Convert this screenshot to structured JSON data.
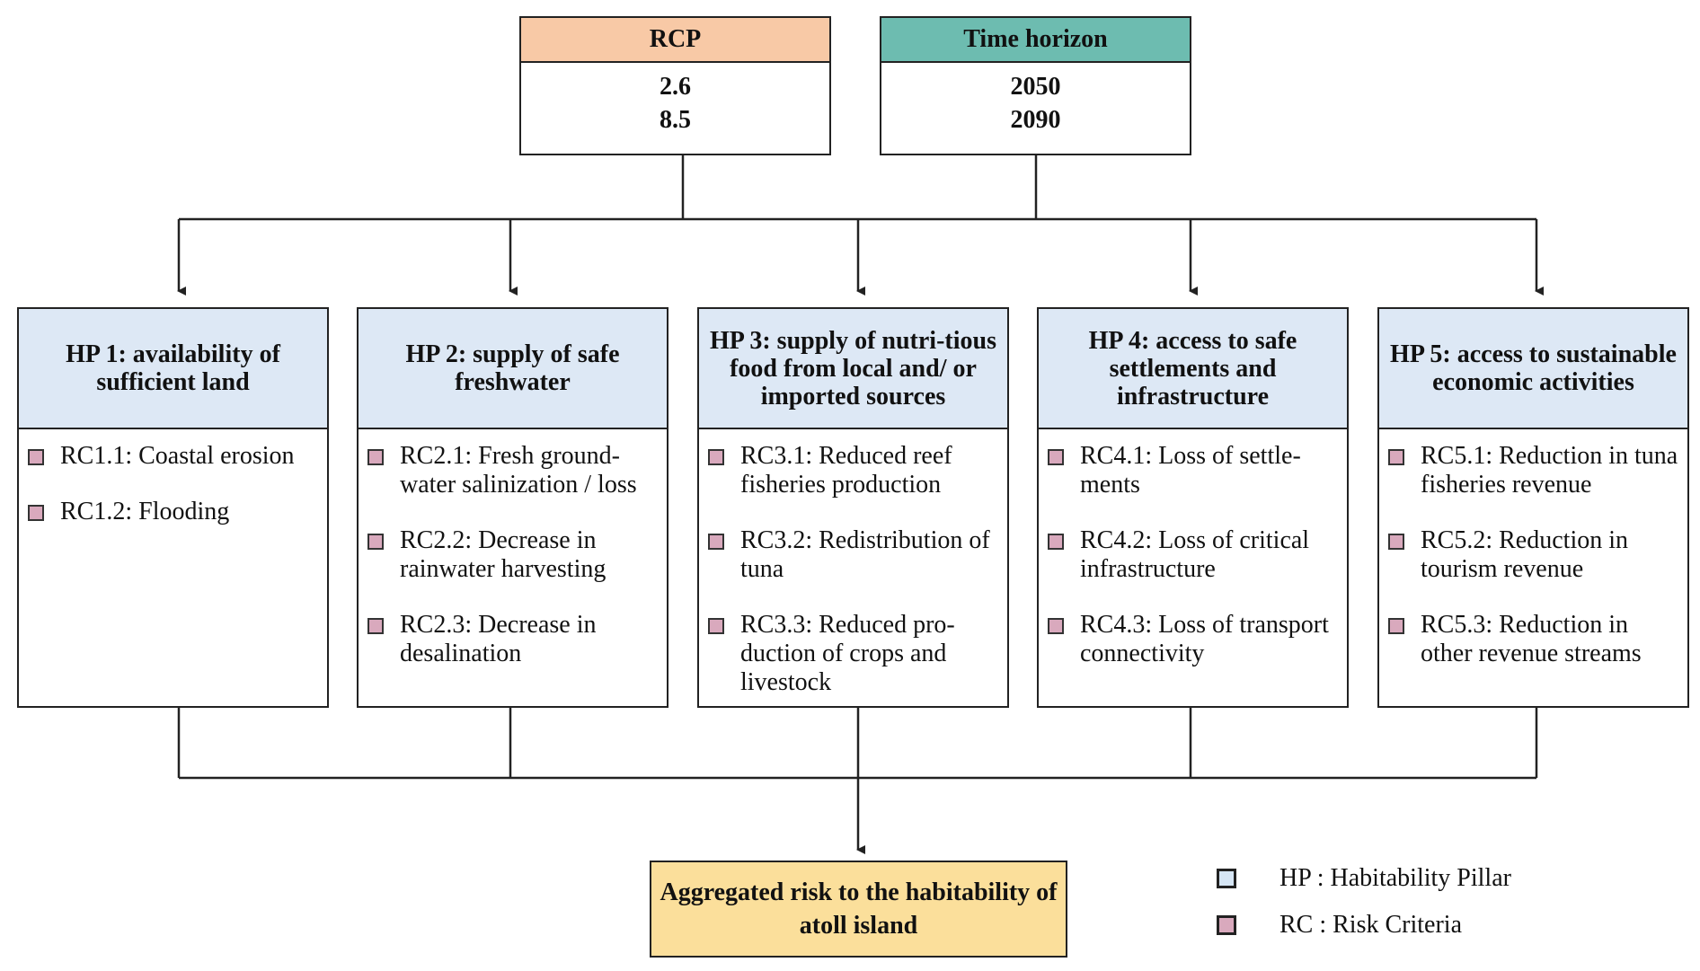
{
  "inputs": {
    "rcp": {
      "title": "RCP",
      "values": [
        "2.6",
        "8.5"
      ]
    },
    "time_horizon": {
      "title": "Time horizon",
      "values": [
        "2050",
        "2090"
      ]
    }
  },
  "pillars": [
    {
      "title": "HP 1: availability of sufficient land",
      "criteria": [
        "RC1.1: Coastal erosion",
        "RC1.2: Flooding"
      ]
    },
    {
      "title": "HP 2: supply of safe freshwater",
      "criteria": [
        "RC2.1: Fresh ground-water salinization / loss",
        "RC2.2: Decrease in rainwater harvesting",
        "RC2.3: Decrease in desalination"
      ]
    },
    {
      "title": "HP 3: supply of nutri-tious food from local and/ or imported sources",
      "criteria": [
        "RC3.1: Reduced reef fisheries production",
        "RC3.2: Redistribution of  tuna",
        "RC3.3: Reduced pro-duction of crops and livestock"
      ]
    },
    {
      "title": "HP 4: access to safe settlements and infrastructure",
      "criteria": [
        "RC4.1: Loss of settle-ments",
        "RC4.2: Loss of critical infrastructure",
        "RC4.3: Loss of transport connectivity"
      ]
    },
    {
      "title": "HP 5: access to sustainable economic activities",
      "criteria": [
        "RC5.1: Reduction in tuna fisheries revenue",
        "RC5.2: Reduction in tourism revenue",
        "RC5.3: Reduction in other revenue streams"
      ]
    }
  ],
  "output": {
    "label": "Aggregated risk to the habitability of atoll island"
  },
  "legend": {
    "hp": "HP : Habitability Pillar",
    "rc": "RC : Risk Criteria"
  },
  "colors": {
    "rcp_header": "#f8c9a6",
    "time_header": "#6dbcb0",
    "pillar_header": "#dde8f5",
    "criteria_marker": "#d9a9bd",
    "output_box": "#fbdf9b"
  }
}
